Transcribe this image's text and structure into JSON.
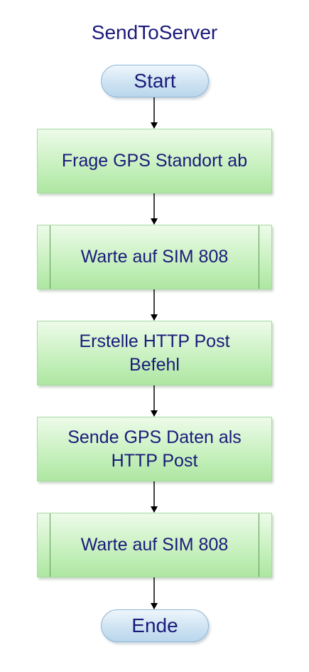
{
  "diagram": {
    "title": "SendToServer",
    "start": "Start",
    "end": "Ende",
    "steps": [
      {
        "label": "Frage GPS Standort ab",
        "type": "process"
      },
      {
        "label": "Warte auf SIM 808",
        "type": "subprocess"
      },
      {
        "label": "Erstelle HTTP Post Befehl",
        "type": "process"
      },
      {
        "label": "Sende GPS Daten als HTTP Post",
        "type": "process"
      },
      {
        "label": "Warte auf SIM 808",
        "type": "subprocess"
      }
    ]
  },
  "colors": {
    "text": "#1a1a7a",
    "process_fill": "#c6f0bd",
    "terminator_fill": "#cfe3f2",
    "arrow": "#000000"
  }
}
